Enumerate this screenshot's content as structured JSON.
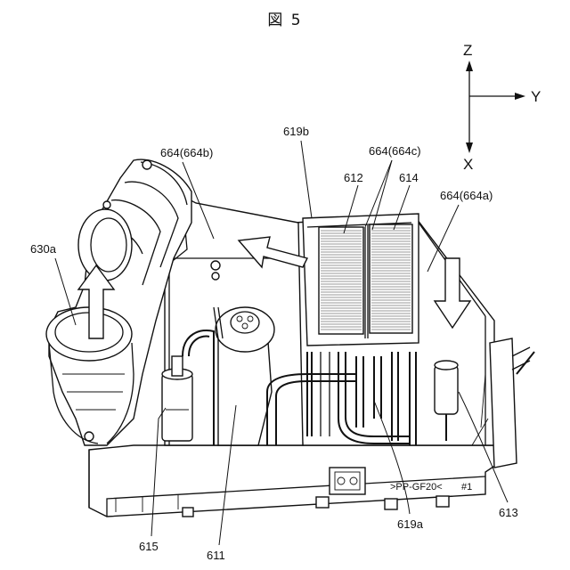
{
  "figure": {
    "title": "図 5"
  },
  "axes": {
    "z": "Z",
    "y": "Y",
    "x": "X"
  },
  "labels": {
    "l664b": "664(664b)",
    "l619b": "619b",
    "l664c": "664(664c)",
    "l612": "612",
    "l614": "614",
    "l664a": "664(664a)",
    "l630a": "630a",
    "l615": "615",
    "l611": "611",
    "l619a": "619a",
    "l613": "613"
  },
  "markings": {
    "model": ">PP-GF20<",
    "part": "#1"
  }
}
